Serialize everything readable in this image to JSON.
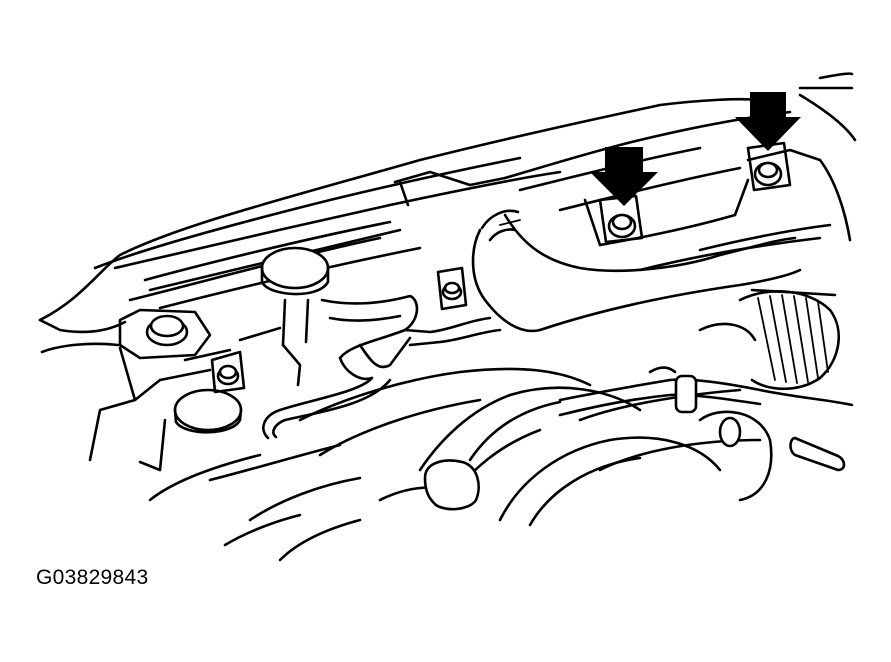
{
  "figure": {
    "id_label": "G03829843",
    "subject": "engine-compartment-line-drawing",
    "callouts": [
      {
        "icon": "arrow-down-icon",
        "target": "bolt"
      },
      {
        "icon": "arrow-down-icon",
        "target": "bolt"
      }
    ]
  },
  "colors": {
    "ink": "#000000",
    "paper": "#ffffff"
  }
}
